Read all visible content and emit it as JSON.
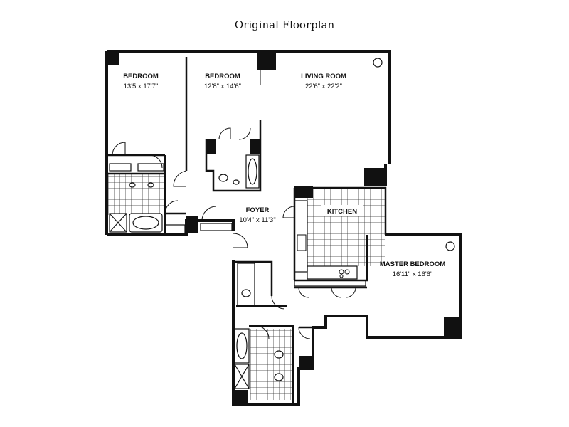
{
  "title": "Original Floorplan",
  "rooms": {
    "bedroom1": {
      "name": "BEDROOM",
      "dims": "13'5 x 17'7\""
    },
    "bedroom2": {
      "name": "BEDROOM",
      "dims": "12'8\" x 14'6\""
    },
    "living": {
      "name": "LIVING ROOM",
      "dims": "22'6\" x 22'2\""
    },
    "foyer": {
      "name": "FOYER",
      "dims": "10'4\" x 11'3\""
    },
    "kitchen": {
      "name": "KITCHEN"
    },
    "master": {
      "name": "MASTER BEDROOM",
      "dims": "16'11\" x 16'6\""
    }
  }
}
